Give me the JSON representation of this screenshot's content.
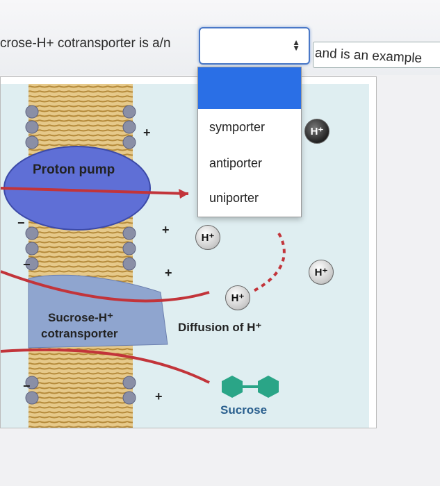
{
  "question": {
    "pre_text": "crose-H+ cotransporter is a/n",
    "post_text": "and is an example",
    "select_value": ""
  },
  "dropdown": {
    "options": [
      "symporter",
      "antiporter",
      "uniporter"
    ]
  },
  "figure": {
    "proton_pump_label": "Proton pump",
    "cotransporter_label_line1": "Sucrose-H⁺",
    "cotransporter_label_line2": "cotransporter",
    "diffusion_label": "Diffusion of H⁺",
    "sucrose_label": "Sucrose",
    "hplus": "H⁺",
    "plus": "+",
    "minus": "−"
  }
}
